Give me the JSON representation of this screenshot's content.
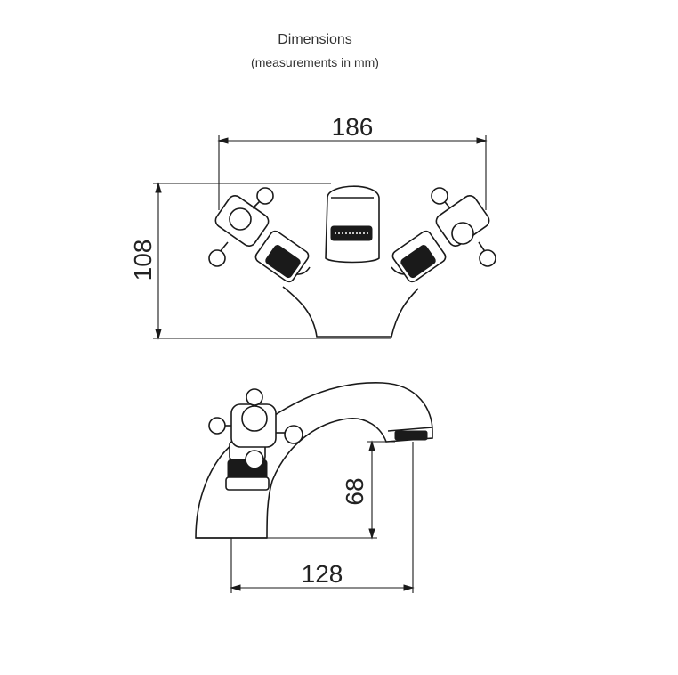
{
  "header": {
    "title": "Dimensions",
    "subtitle": "(measurements in mm)"
  },
  "dimensions": {
    "front_width": "186",
    "front_height": "108",
    "side_spout_height": "68",
    "side_reach": "128"
  },
  "colors": {
    "line": "#1a1a1a",
    "text": "#333333",
    "background": "#ffffff"
  }
}
